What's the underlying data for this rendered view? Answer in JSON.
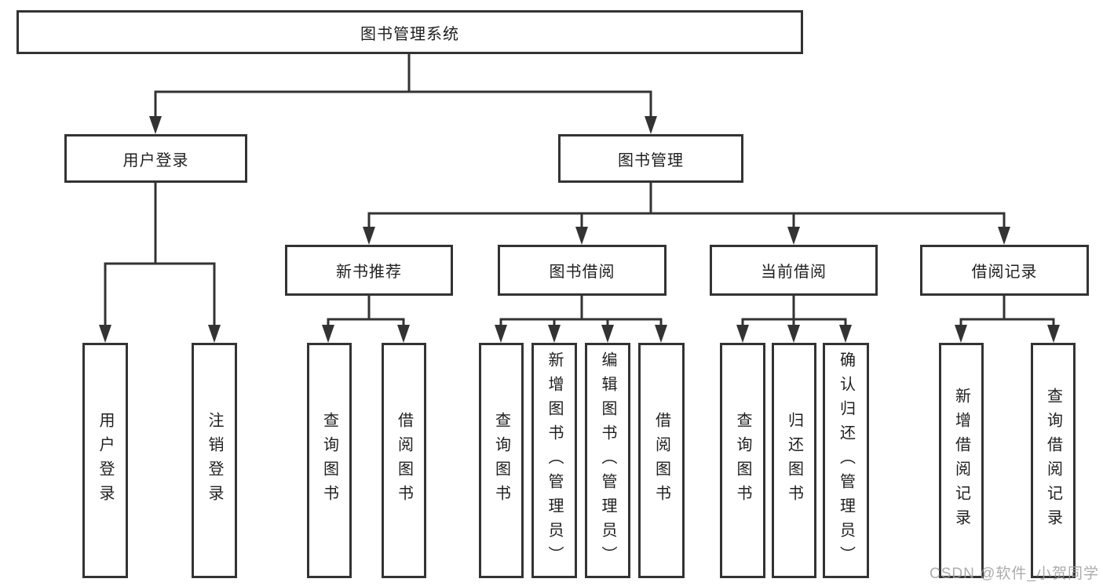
{
  "title": "图书管理系统",
  "watermark": "CSDN @软件_小贺同学",
  "colors": {
    "line": "#333333",
    "box_border": "#333333",
    "text": "#1f1f1f",
    "background": "#ffffff",
    "watermark": "#9e9e9e"
  },
  "nodes": {
    "root": "图书管理系统",
    "user_login": "用户登录",
    "book_mgmt": "图书管理",
    "new_book_rec": "新书推荐",
    "book_borrow": "图书借阅",
    "current_borrow": "当前借阅",
    "borrow_records": "借阅记录",
    "leaf_user_login": "用户登录",
    "leaf_logout": "注销登录",
    "leaf_nbr_query": "查询图书",
    "leaf_nbr_borrow": "借阅图书",
    "leaf_bb_query": "查询图书",
    "leaf_bb_add": "新增图书（管理员）",
    "leaf_bb_edit": "编辑图书（管理员）",
    "leaf_bb_borrow": "借阅图书",
    "leaf_cb_query": "查询图书",
    "leaf_cb_return": "归还图书",
    "leaf_cb_confirm": "确认归还（管理员）",
    "leaf_br_add": "新增借阅记录",
    "leaf_br_query": "查询借阅记录"
  },
  "hierarchy": {
    "label": "图书管理系统",
    "children": [
      {
        "label": "用户登录",
        "children": [
          "用户登录",
          "注销登录"
        ]
      },
      {
        "label": "图书管理",
        "children": [
          {
            "label": "新书推荐",
            "children": [
              "查询图书",
              "借阅图书"
            ]
          },
          {
            "label": "图书借阅",
            "children": [
              "查询图书",
              "新增图书（管理员）",
              "编辑图书（管理员）",
              "借阅图书"
            ]
          },
          {
            "label": "当前借阅",
            "children": [
              "查询图书",
              "归还图书",
              "确认归还（管理员）"
            ]
          },
          {
            "label": "借阅记录",
            "children": [
              "新增借阅记录",
              "查询借阅记录"
            ]
          }
        ]
      }
    ]
  }
}
